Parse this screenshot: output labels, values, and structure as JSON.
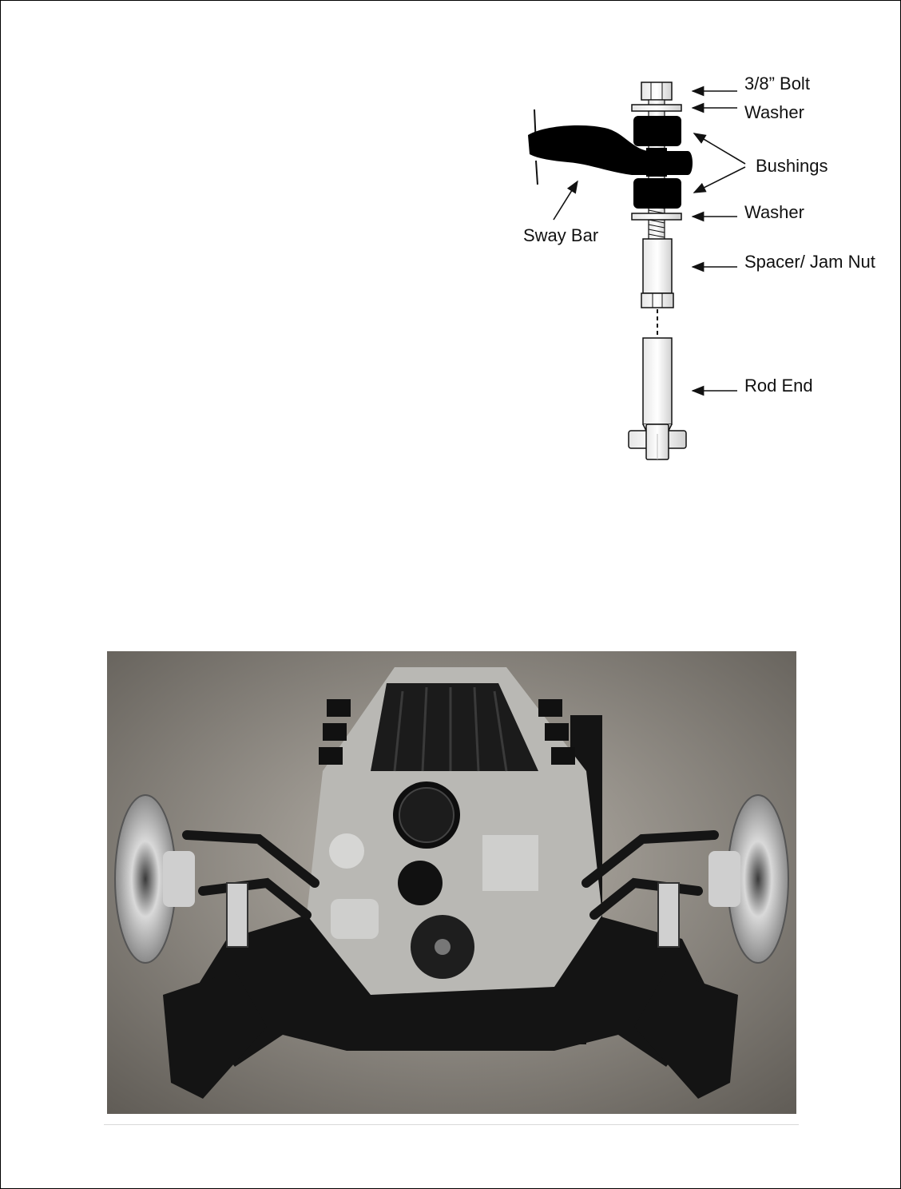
{
  "diagram": {
    "labels": {
      "bolt": "3/8” Bolt",
      "washer_top": "Washer",
      "bushings": "Bushings",
      "washer_bottom": "Washer",
      "spacer": "Spacer/ Jam Nut",
      "rod_end": "Rod End",
      "sway_bar": "Sway Bar"
    },
    "colors": {
      "ink": "#111111",
      "part_fill": "#f2f2f2",
      "bushing": "#000000"
    }
  },
  "photo": {
    "subject": "engine-chassis-photo",
    "colors": {
      "floor": "#7a7670",
      "frame": "#141414",
      "engine": "#c9c9c7"
    }
  }
}
